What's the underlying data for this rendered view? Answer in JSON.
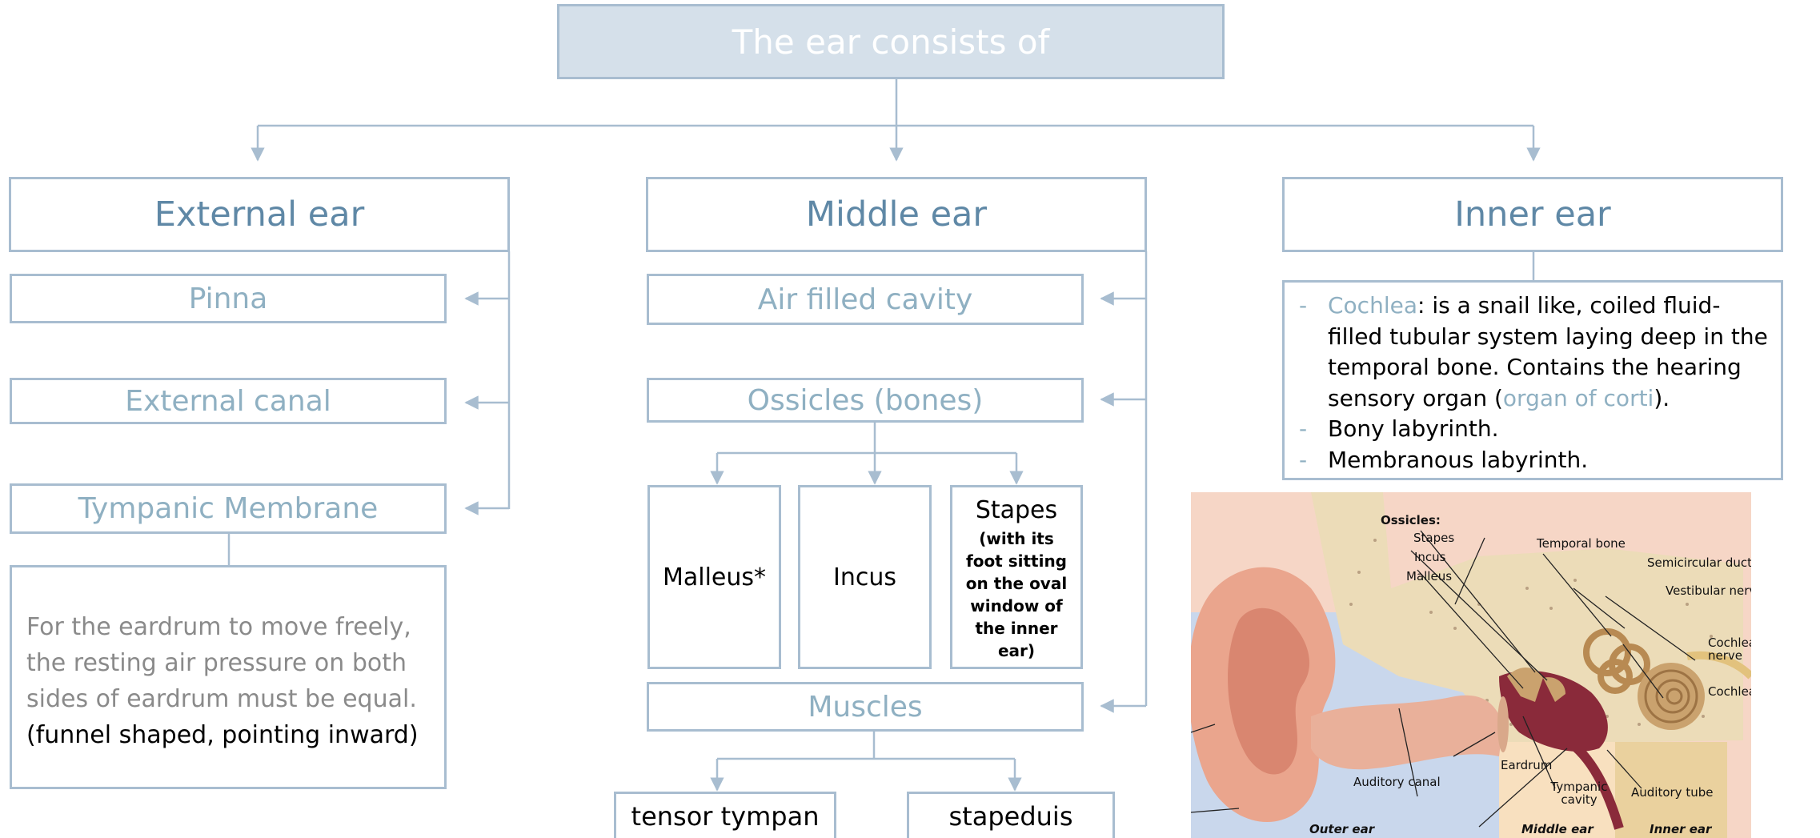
{
  "root": {
    "title": "The ear consists of"
  },
  "external": {
    "title": "External ear",
    "items": [
      "Pinna",
      "External canal",
      "Tympanic Membrane"
    ],
    "note_grey": "For the eardrum to move  freely, the resting air pressure  on both sides of eardrum  must be equal.",
    "note_black": "(funnel shaped, pointing inward)"
  },
  "middle": {
    "title": "Middle ear",
    "items": [
      "Air filled cavity",
      "Ossicles (bones)",
      "Muscles"
    ],
    "ossicles": {
      "malleus": "Malleus*",
      "incus": "Incus",
      "stapes_title": "Stapes",
      "stapes_note": "(with its foot sitting on the oval window of the inner ear)"
    },
    "muscles": [
      "tensor tympan",
      "stapeduis"
    ]
  },
  "inner": {
    "title": "Inner ear",
    "cochlea_term": "Cochlea",
    "cochlea_desc": ": is a snail like, coiled fluid-filled tubular system laying deep in the temporal bone. Contains the hearing sensory organ (",
    "corti_term": "organ of corti",
    "cochlea_end": ").",
    "items": [
      "Bony labyrinth.",
      "Membranous labyrinth."
    ],
    "bullet": "-"
  },
  "anatomy": {
    "labels": {
      "ossicles": "Ossicles:",
      "stapes": "Stapes",
      "incus": "Incus",
      "malleus": "Malleus",
      "temporal_bone": "Temporal bone",
      "semicircular_ducts": "Semicircular ducts",
      "vestibular_nerve": "Vestibular nerve",
      "cochlear_nerve": "Cochlear nerve",
      "cochlea": "Cochlea",
      "eardrum": "Eardrum",
      "auditory_canal": "Auditory canal",
      "tympanic_cavity": "Tympanic cavity",
      "auditory_tube": "Auditory tube",
      "outer_ear": "Outer ear",
      "middle_ear": "Middle ear",
      "inner_ear": "Inner ear"
    },
    "colors": {
      "background": "#f6d6c6",
      "outer_zone": "#c9d7ec",
      "middle_zone": "#f8e0bf",
      "inner_zone": "#ead19e",
      "skin": "#eaa58d",
      "skin_dark": "#d98670",
      "bone": "#e9dfb5",
      "bone_shell": "#d2c48b",
      "cavity": "#8a2a3a",
      "cochlea": "#caa26e",
      "cochlea_dark": "#9d7344"
    }
  },
  "colors": {
    "border": "#a8bdd0",
    "title_text": "#5f88a6",
    "item_text": "#8fb0c2",
    "root_fill": "#d5e0ea"
  }
}
